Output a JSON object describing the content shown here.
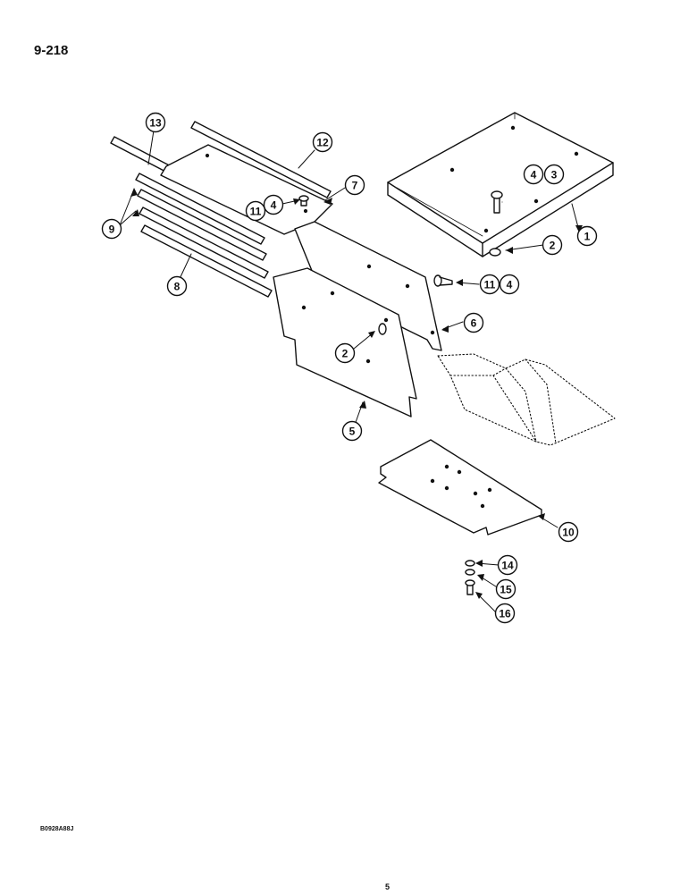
{
  "page": {
    "number": "9-218",
    "figure_code": "B0928A88J",
    "footer_mark": "5"
  },
  "callouts": [
    {
      "id": "c13",
      "label": "13"
    },
    {
      "id": "c12",
      "label": "12"
    },
    {
      "id": "c7",
      "label": "7"
    },
    {
      "id": "c4a",
      "label": "4"
    },
    {
      "id": "c11a",
      "label": "11"
    },
    {
      "id": "c9",
      "label": "9"
    },
    {
      "id": "c8",
      "label": "8"
    },
    {
      "id": "c4b",
      "label": "4"
    },
    {
      "id": "c3",
      "label": "3"
    },
    {
      "id": "c1",
      "label": "1"
    },
    {
      "id": "c2a",
      "label": "2"
    },
    {
      "id": "c11b",
      "label": "11"
    },
    {
      "id": "c4c",
      "label": "4"
    },
    {
      "id": "c6",
      "label": "6"
    },
    {
      "id": "c2b",
      "label": "2"
    },
    {
      "id": "c5",
      "label": "5"
    },
    {
      "id": "c10",
      "label": "10"
    },
    {
      "id": "c14",
      "label": "14"
    },
    {
      "id": "c15",
      "label": "15"
    },
    {
      "id": "c16",
      "label": "16"
    }
  ]
}
